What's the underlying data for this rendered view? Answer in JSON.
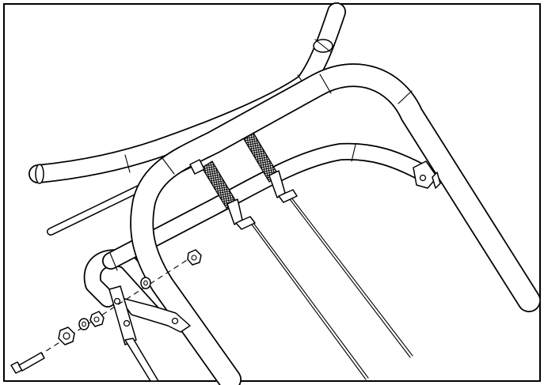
{
  "figure": {
    "frame_color": "#000000",
    "background": "#ffffff",
    "line_color": "#000000",
    "parts": [
      "outer-frame-loop-tube",
      "inner-frame-tube",
      "handlebar-tube",
      "cross-rod",
      "front-left-bracket",
      "rear-right-bracket",
      "left-cable-adjuster",
      "right-cable-adjuster",
      "left-cable",
      "right-cable",
      "bolt",
      "lock-nut",
      "washer",
      "spacer-nut",
      "top-nut",
      "mounting-washer"
    ]
  }
}
